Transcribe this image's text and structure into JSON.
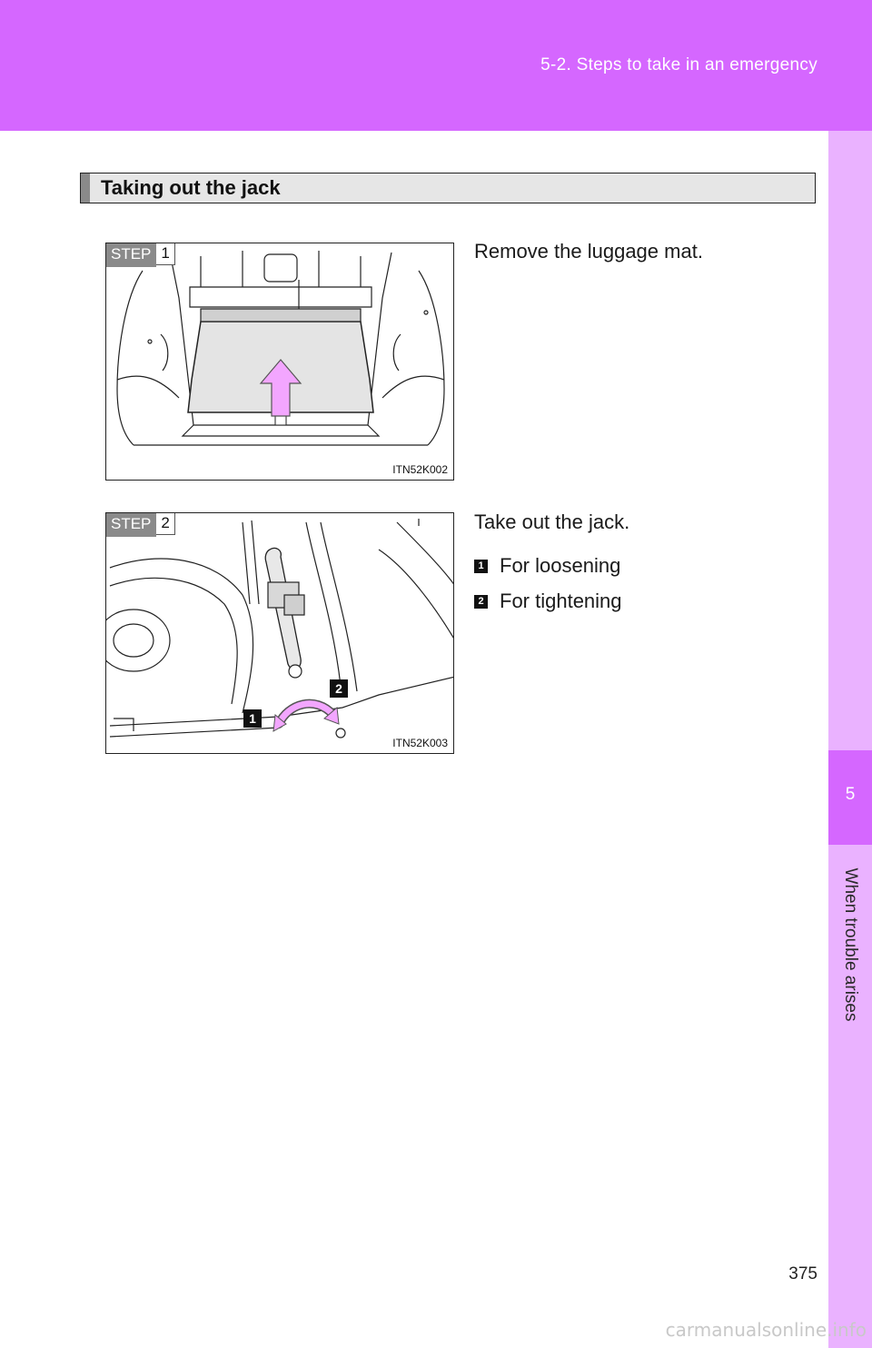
{
  "header": {
    "breadcrumb": "5-2. Steps to take in an emergency"
  },
  "side_tab": {
    "chapter_number": "5",
    "chapter_title": "When trouble arises"
  },
  "section": {
    "title": "Taking out the jack"
  },
  "steps": [
    {
      "badge_word": "STEP",
      "badge_number": "1",
      "figure_code": "ITN52K002",
      "instruction": "Remove the luggage mat."
    },
    {
      "badge_word": "STEP",
      "badge_number": "2",
      "figure_code": "ITN52K003",
      "instruction": "Take out the jack.",
      "callouts": [
        "1",
        "2"
      ],
      "legend": [
        {
          "number": "1",
          "text": "For loosening"
        },
        {
          "number": "2",
          "text": "For tightening"
        }
      ]
    }
  ],
  "page_number": "375",
  "watermark": "carmanualsonline.info",
  "colors": {
    "header_band": "#d567ff",
    "side_tab": "#eab2ff",
    "arrow": "#f3a6ff"
  }
}
